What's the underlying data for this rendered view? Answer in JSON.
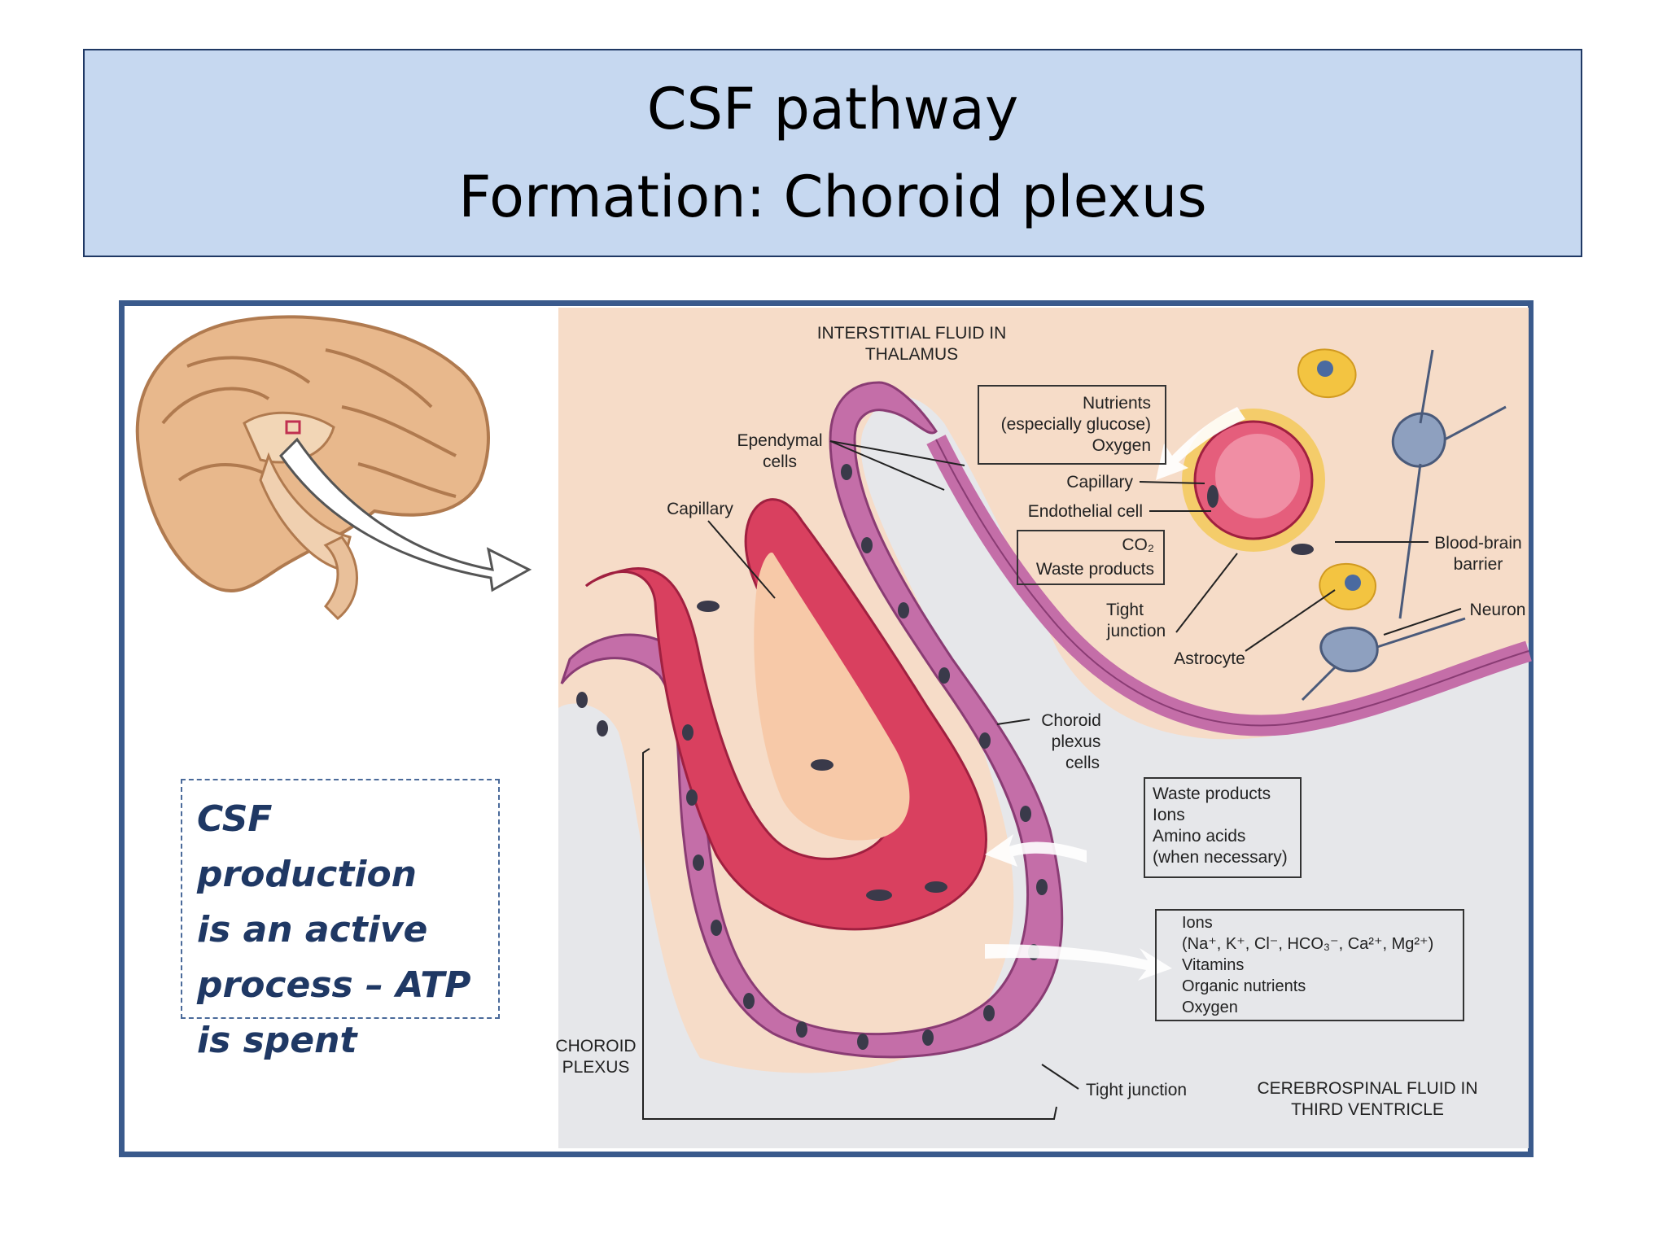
{
  "slide": {
    "title_line1": "CSF pathway",
    "title_line2": "Formation: Choroid plexus",
    "note_lines": [
      "CSF production",
      "is an active",
      "process – ATP",
      "is spent"
    ]
  },
  "figure": {
    "labels": {
      "interstitial1": "INTERSTITIAL FLUID IN",
      "interstitial2": "THALAMUS",
      "ependymal1": "Ependymal",
      "ependymal2": "cells",
      "capillary_left": "Capillary",
      "nutrients1": "Nutrients",
      "nutrients2": "(especially glucose)",
      "nutrients3": "Oxygen",
      "capillary_right": "Capillary",
      "endothelial": "Endothelial cell",
      "co2": "CO₂",
      "waste": "Waste products",
      "tight1": "Tight",
      "tight2": "junction",
      "astrocyte": "Astrocyte",
      "bbb1": "Blood-brain",
      "bbb2": "barrier",
      "neuron": "Neuron",
      "choroid_cells1": "Choroid",
      "choroid_cells2": "plexus",
      "choroid_cells3": "cells",
      "box3_1": "Waste products",
      "box3_2": "Ions",
      "box3_3": "Amino acids",
      "box3_4": "(when necessary)",
      "box4_1": "Ions",
      "box4_2": "(Na⁺, K⁺, Cl⁻, HCO₃⁻, Ca²⁺, Mg²⁺)",
      "box4_3": "Vitamins",
      "box4_4": "Organic nutrients",
      "box4_5": "Oxygen",
      "choroid_plexus1": "CHOROID",
      "choroid_plexus2": "PLEXUS",
      "tight_junction": "Tight junction",
      "csf1": "CEREBROSPINAL FLUID IN",
      "csf2": "THIRD VENTRICLE"
    },
    "colors": {
      "vessel": "#d9405f",
      "vessel_inner": "#f7c9a8",
      "cells": "#c46ea8",
      "nucleus": "#3a3a4a",
      "interstitial": "#f6dcc8",
      "csf": "#e8e8ec",
      "astrocyte": "#f3c441",
      "neuron": "#8ea0bf"
    }
  }
}
